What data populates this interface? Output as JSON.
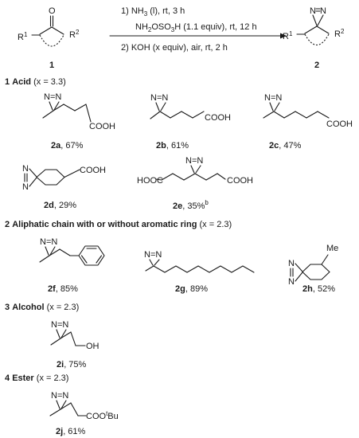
{
  "scheme": {
    "starting_material": {
      "label": "1",
      "r1": "R",
      "r1_sup": "1",
      "r2": "R",
      "r2_sup": "2",
      "carbonyl": "O"
    },
    "product": {
      "label": "2",
      "r1": "R",
      "r1_sup": "1",
      "r2": "R",
      "r2_sup": "2",
      "n_left": "N",
      "n_right": "N"
    },
    "step1_a": {
      "pre": "1) NH",
      "sub": "3",
      "post": " (l), rt, 3 h"
    },
    "step1_b": {
      "pre": "NH",
      "sub1": "2",
      "mid": "OSO",
      "sub2": "3",
      "post": "H (1.1 equiv), rt, 12 h"
    },
    "step2": "2) KOH (x equiv), air, rt, 2 h"
  },
  "sections": {
    "acid": {
      "num": "1",
      "name": "Acid",
      "cond": "(x = 3.3)"
    },
    "aliphatic": {
      "num": "2",
      "name": "Aliphatic chain with or without aromatic ring",
      "cond": "(x = 2.3)"
    },
    "alcohol": {
      "num": "3",
      "name": "Alcohol",
      "cond": "(x = 2.3)"
    },
    "ester": {
      "num": "4",
      "name": "Ester",
      "cond": "(x = 2.3)"
    }
  },
  "compounds": {
    "c2a": {
      "id": "2a",
      "yield": ", 67%",
      "group": "COOH"
    },
    "c2b": {
      "id": "2b",
      "yield": ", 61%",
      "group": "COOH"
    },
    "c2c": {
      "id": "2c",
      "yield": ", 47%",
      "group": "COOH"
    },
    "c2d": {
      "id": "2d",
      "yield": ", 29%",
      "group": "COOH"
    },
    "c2e": {
      "id": "2e",
      "yield": ", 35%",
      "note": "b",
      "group_left": "HOOC",
      "group_right": "COOH"
    },
    "c2f": {
      "id": "2f",
      "yield": ", 85%"
    },
    "c2g": {
      "id": "2g",
      "yield": ", 89%"
    },
    "c2h": {
      "id": "2h",
      "yield": ", 52%",
      "group": "Me"
    },
    "c2i": {
      "id": "2i",
      "yield": ", 75%",
      "group": "OH"
    },
    "c2j": {
      "id": "2j",
      "yield": ", 61%",
      "group_pre": "COO",
      "group_sup": "t",
      "group_post": "Bu"
    }
  },
  "atoms": {
    "n": "N",
    "nn": "N=N"
  }
}
